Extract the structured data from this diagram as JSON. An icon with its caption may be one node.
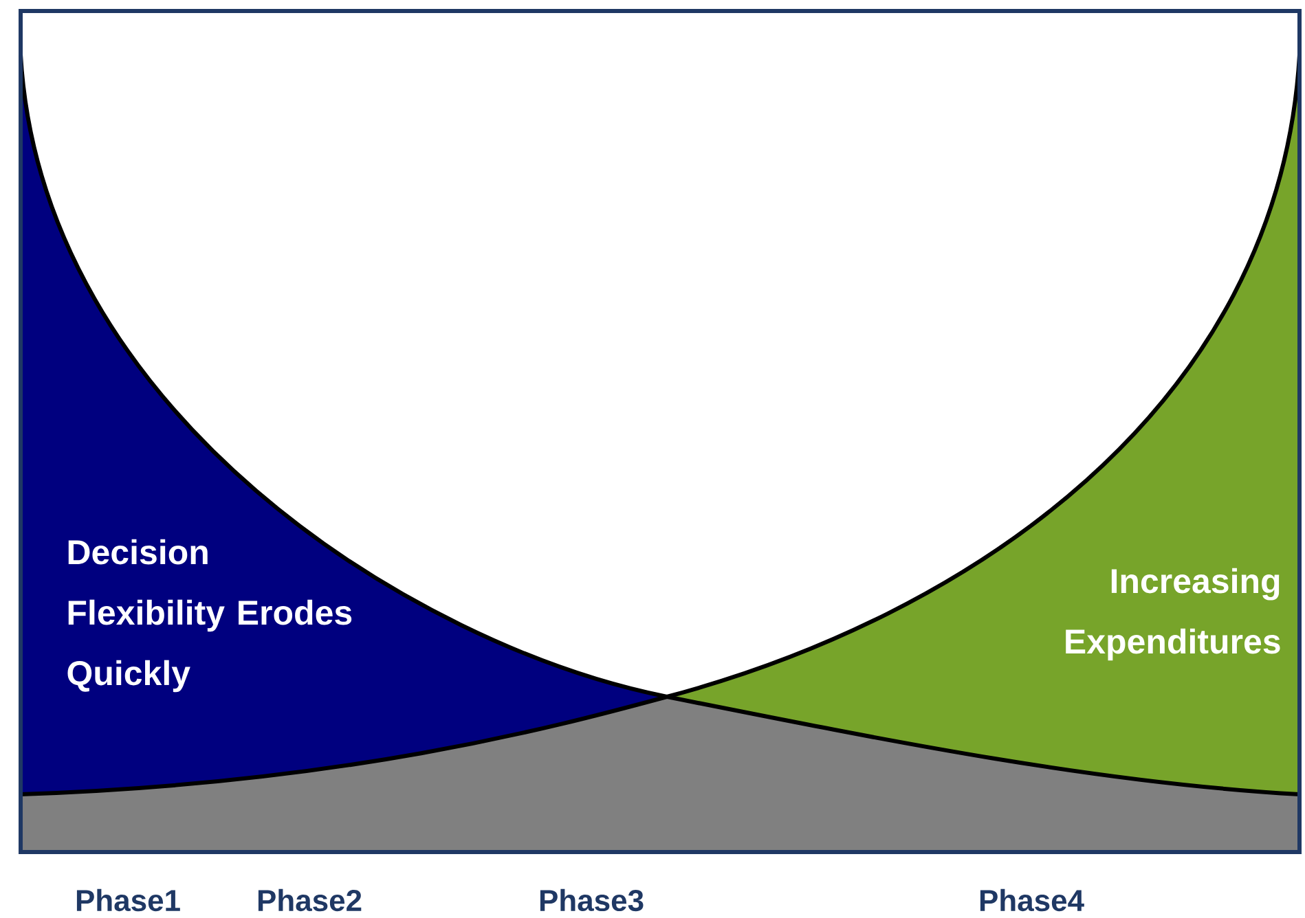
{
  "diagram": {
    "nodes": [
      {
        "text": [
          "Decision Flexibility Erodes Quickly"
        ]
      },
      {
        "text": [
          "Increasing Expenditures"
        ]
      }
    ],
    "labels": [
      "Phase1",
      "Phase2",
      "Phase3",
      "Phase4"
    ]
  }
}
